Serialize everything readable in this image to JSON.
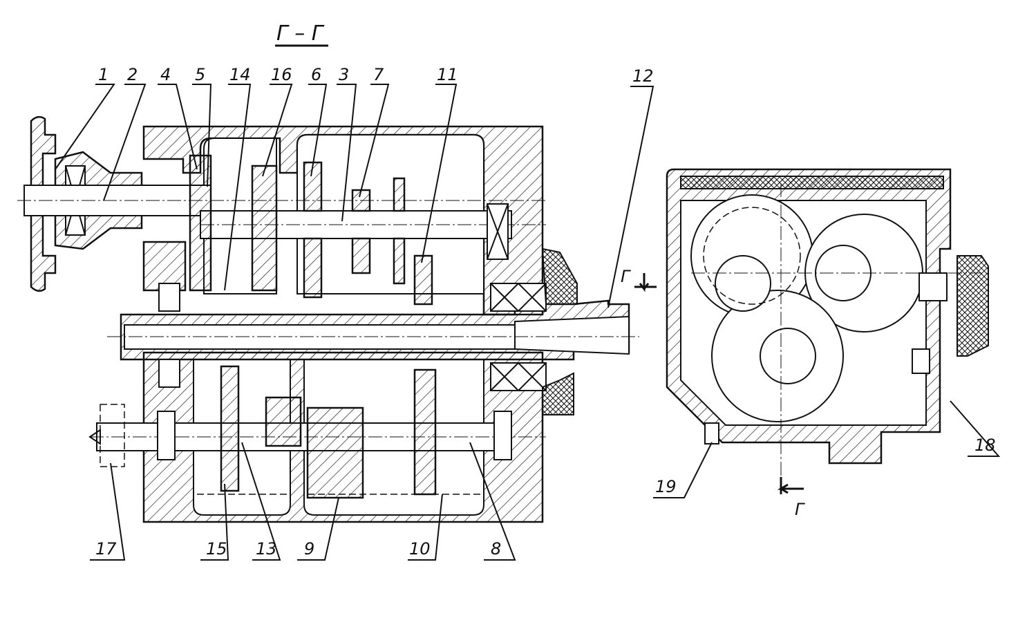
{
  "title": "Г – Г",
  "section_marks": {
    "top": "Г",
    "bottom": "Г"
  },
  "labels": {
    "l1": "1",
    "l2": "2",
    "l3": "3",
    "l4": "4",
    "l5": "5",
    "l6": "6",
    "l7": "7",
    "l8": "8",
    "l9": "9",
    "l10": "10",
    "l11": "11",
    "l12": "12",
    "l13": "13",
    "l14": "14",
    "l15": "15",
    "l16": "16",
    "l17": "17",
    "l18": "18",
    "l19": "19"
  }
}
